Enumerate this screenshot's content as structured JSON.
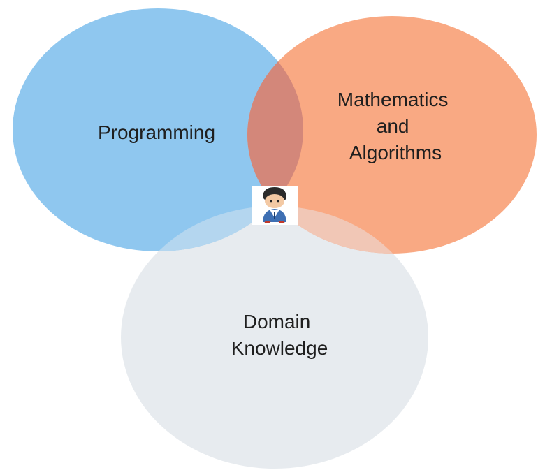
{
  "venn": {
    "sets": [
      {
        "id": "programming",
        "lines": [
          "Programming"
        ],
        "color": "#87C3EE"
      },
      {
        "id": "mathematics",
        "lines": [
          "Mathematics",
          "and",
          "Algorithms"
        ],
        "color": "#F9A57F"
      },
      {
        "id": "domain",
        "lines": [
          "Domain",
          "Knowledge"
        ],
        "color": "#E6EAEE"
      }
    ],
    "center_icon": "data-scientist-avatar-icon",
    "overlap_color": "#D3877A"
  }
}
